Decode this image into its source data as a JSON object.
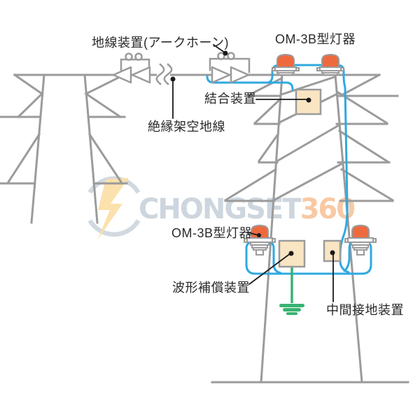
{
  "labels": {
    "ground_wire_device": "地線装置(アークホーン)",
    "lamp_top": "OM-3B型灯器",
    "coupling_device": "結合装置",
    "insulated_overhead_ground_wire": "絶縁架空地線",
    "lamp_bottom": "OM-3B型灯器",
    "waveform_compensation_device": "波形補償装置",
    "intermediate_grounding_device": "中間接地装置"
  },
  "watermark": {
    "brand": "CHONGSET",
    "suffix": "360"
  },
  "colors": {
    "structure": "#9b9b9b",
    "cable": "#2fa9e0",
    "lamp": "#ee6a3e",
    "box": "#fae5c3",
    "ground_green": "#38b372",
    "pointer": "#1a1a1a",
    "text": "#2a2a2a",
    "wm_circle": "#cdd5dc",
    "wm_bolt": "#fbdfa8",
    "wm_text": "#c5cfd9",
    "wm_suffix": "#f7c093"
  }
}
